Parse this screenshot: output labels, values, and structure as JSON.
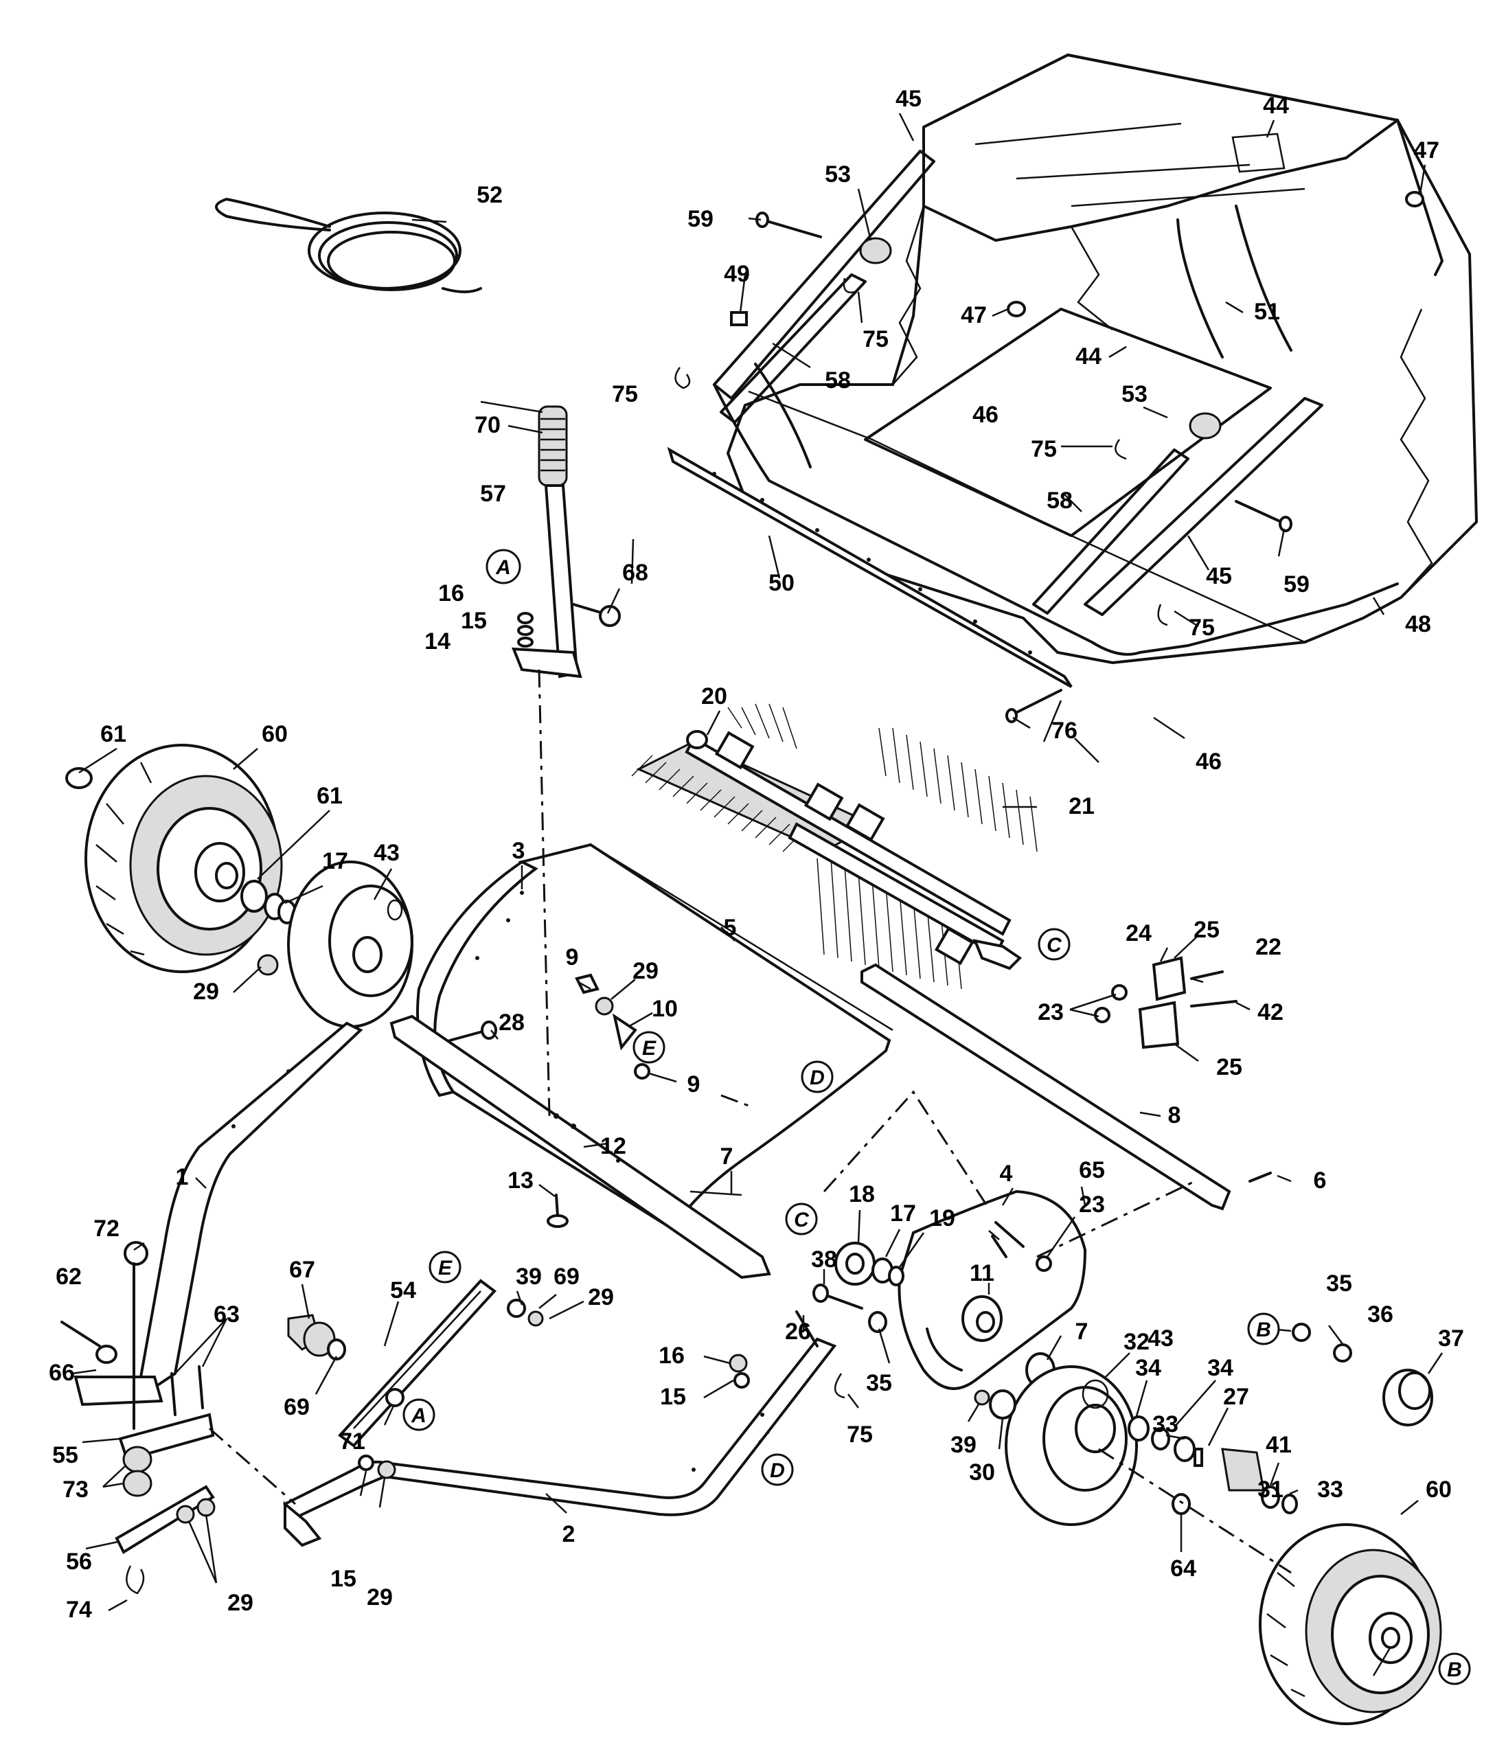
{
  "diagram": {
    "labels": {
      "l1": "1",
      "l2": "2",
      "l3": "3",
      "l4": "4",
      "l5": "5",
      "l6": "6",
      "l7a": "7",
      "l7b": "7",
      "l8": "8",
      "l9a": "9",
      "l9b": "9",
      "l10": "10",
      "l11": "11",
      "l12": "12",
      "l13": "13",
      "l14": "14",
      "l15a": "15",
      "l15b": "15",
      "l15c": "15",
      "l16a": "16",
      "l16b": "16",
      "l17a": "17",
      "l17b": "17",
      "l18": "18",
      "l19": "19",
      "l20": "20",
      "l21": "21",
      "l22": "22",
      "l23a": "23",
      "l23b": "23",
      "l24": "24",
      "l25a": "25",
      "l25b": "25",
      "l26": "26",
      "l27": "27",
      "l28": "28",
      "l29a": "29",
      "l29b": "29",
      "l29c": "29",
      "l29d": "29",
      "l29e": "29",
      "l30": "30",
      "l31": "31",
      "l32": "32",
      "l33a": "33",
      "l33b": "33",
      "l34a": "34",
      "l34b": "34",
      "l35a": "35",
      "l35b": "35",
      "l36": "36",
      "l37": "37",
      "l38": "38",
      "l39a": "39",
      "l39b": "39",
      "l41": "41",
      "l42": "42",
      "l43a": "43",
      "l43b": "43",
      "l44a": "44",
      "l44b": "44",
      "l45a": "45",
      "l45b": "45",
      "l46a": "46",
      "l46b": "46",
      "l47a": "47",
      "l47b": "47",
      "l48": "48",
      "l49": "49",
      "l50": "50",
      "l51": "51",
      "l52": "52",
      "l53a": "53",
      "l53b": "53",
      "l54": "54",
      "l55": "55",
      "l56": "56",
      "l57": "57",
      "l58a": "58",
      "l58b": "58",
      "l59a": "59",
      "l59b": "59",
      "l60a": "60",
      "l60b": "60",
      "l61a": "61",
      "l61b": "61",
      "l62": "62",
      "l63": "63",
      "l64": "64",
      "l65": "65",
      "l66": "66",
      "l67": "67",
      "l68": "68",
      "l69a": "69",
      "l69b": "69",
      "l70": "70",
      "l71": "71",
      "l72": "72",
      "l73": "73",
      "l74": "74",
      "l75a": "75",
      "l75b": "75",
      "l75c": "75",
      "l75d": "75",
      "l75e": "75",
      "l76": "76"
    },
    "callouts": {
      "A1": "A",
      "A2": "A",
      "B1": "B",
      "B2": "B",
      "C1": "C",
      "C2": "C",
      "D1": "D",
      "D2": "D",
      "E1": "E",
      "E2": "E"
    }
  }
}
